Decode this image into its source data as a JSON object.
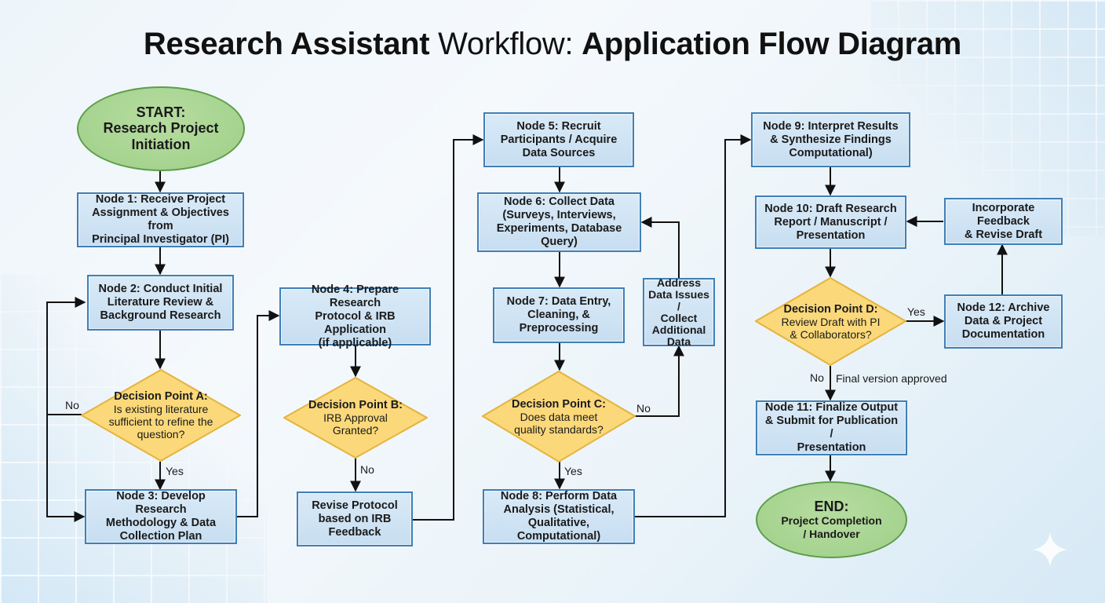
{
  "title": {
    "part1": "Research Assistant",
    "part2": "Workflow:",
    "part3": "Application Flow Diagram"
  },
  "start": {
    "heading": "START:",
    "text": "Research Project\nInitiation"
  },
  "end": {
    "heading": "END:",
    "text": "Project Completion\n/ Handover"
  },
  "nodes": {
    "n1": "Node 1: Receive Project\nAssignment & Objectives from\nPrincipal Investigator (PI)",
    "n2": "Node 2: Conduct Initial\nLiterature Review &\nBackground Research",
    "n3": "Node 3: Develop Research\nMethodology & Data\nCollection Plan",
    "n4": "Node 4: Prepare Research\nProtocol & IRB Application\n(if applicable)",
    "revise_protocol": "Revise Protocol\nbased on IRB\nFeedback",
    "n5": "Node 5: Recruit\nParticipants / Acquire\nData Sources",
    "n6": "Node 6: Collect Data\n(Surveys, Interviews,\nExperiments, Database Query)",
    "n7": "Node 7: Data Entry,\nCleaning, &\nPreprocessing",
    "address_data": "Address\nData Issues /\nCollect\nAdditional\nData",
    "n8": "Node 8: Perform Data\nAnalysis (Statistical,\nQualitative, Computational)",
    "n9": "Node 9: Interpret Results\n& Synthesize Findings\nComputational)",
    "n10": "Node 10: Draft Research\nReport / Manuscript /\nPresentation",
    "incorporate_feedback": "Incorporate Feedback\n& Revise Draft",
    "n12": "Node 12: Archive\nData & Project\nDocumentation",
    "n11": "Node 11: Finalize Output\n& Submit for Publication /\nPresentation"
  },
  "decisions": {
    "a": {
      "title": "Decision Point A:",
      "question": "Is existing literature\nsufficient to refine the\nquestion?"
    },
    "b": {
      "title": "Decision Point B:",
      "question": "IRB Approval\nGranted?"
    },
    "c": {
      "title": "Decision Point C:",
      "question": "Does data meet\nquality standards?"
    },
    "d": {
      "title": "Decision Point D:",
      "question": "Review Draft with PI\n& Collaborators?"
    }
  },
  "labels": {
    "a_no": "No",
    "a_yes": "Yes",
    "b_no": "No",
    "c_no": "No",
    "c_yes": "Yes",
    "d_yes": "Yes",
    "d_no": "No",
    "d_no_note": "Final version approved"
  },
  "colors": {
    "process_fill": "#cde2f3",
    "process_border": "#3f7fb5",
    "decision_fill": "#fbd97a",
    "decision_border": "#e5b43c",
    "terminal_fill": "#a8d591",
    "terminal_border": "#5d9e4a",
    "connector": "#111111"
  }
}
